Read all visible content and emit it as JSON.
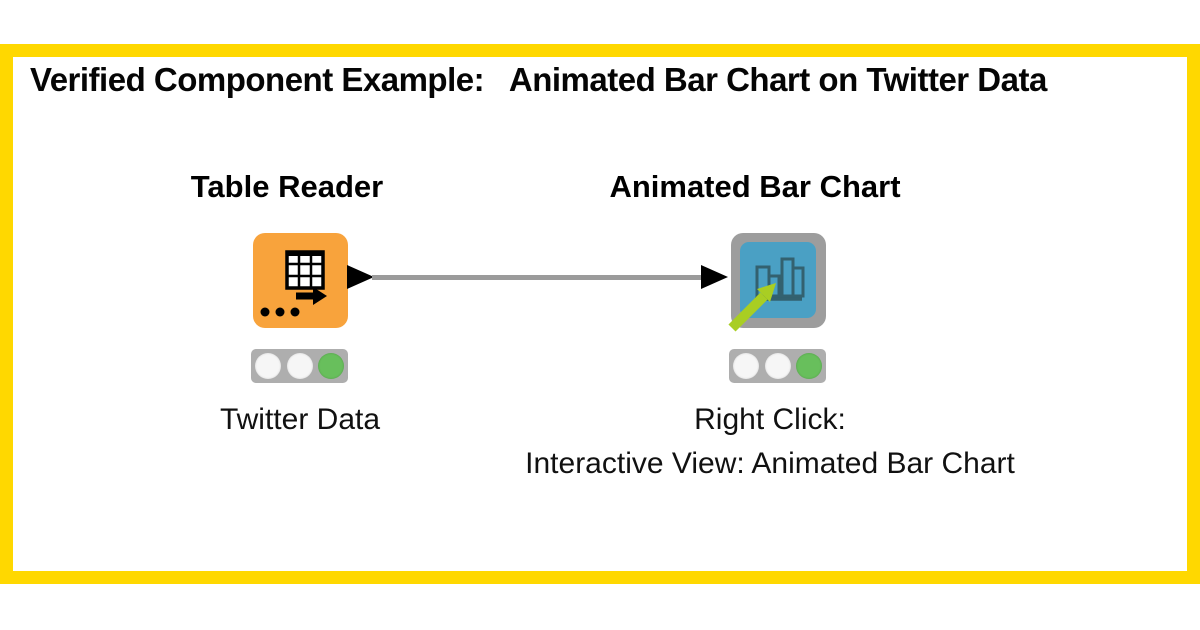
{
  "header": {
    "title": "Verified Component Example:   Animated Bar Chart on Twitter Data"
  },
  "workflow": {
    "connection": {
      "from": "Table Reader",
      "to": "Animated Bar Chart"
    },
    "nodes": [
      {
        "name": "Table Reader",
        "kind": "node",
        "icon": "table-reader-icon",
        "status": "executed",
        "annotation": "Twitter Data"
      },
      {
        "name": "Animated Bar Chart",
        "kind": "component",
        "icon": "bar-chart-icon",
        "status": "executed",
        "annotation_lines": [
          "Right Click:",
          "Interactive View: Animated Bar Chart"
        ]
      }
    ]
  },
  "colors": {
    "frame_yellow": "#FFD800",
    "node_orange": "#F8A33C",
    "component_gray": "#9D9D9D",
    "component_blue": "#4AA0C4",
    "glyph_dark": "#33616F",
    "arrow_green": "#A9CE23",
    "connector_gray": "#9B9B9B",
    "port_black": "#000000",
    "status_green": "#68BF5C",
    "status_off": "#F6F6F6"
  }
}
